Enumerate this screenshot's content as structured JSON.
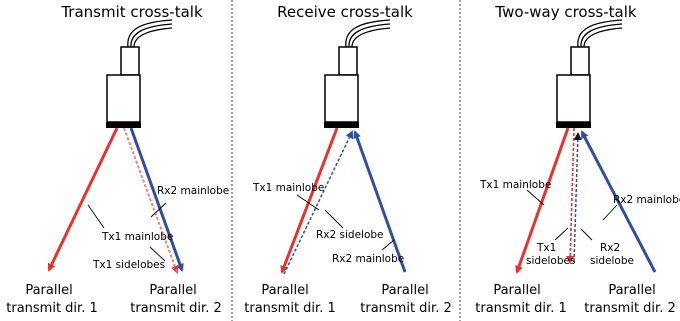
{
  "panels": [
    {
      "title": "Transmit cross-talk",
      "labels": [
        "Tx1 mainlobe",
        "Rx2 mainlobe",
        "Tx1 sidelobes"
      ],
      "footer_left": [
        "Parallel",
        "transmit dir. 1"
      ],
      "footer_right": [
        "Parallel",
        "transmit dir. 2"
      ]
    },
    {
      "title": "Receive cross-talk",
      "labels": [
        "Tx1 mainlobe",
        "Rx2 sidelobe",
        "Rx2 mainlobe"
      ],
      "footer_left": [
        "Parallel",
        "transmit dir. 1"
      ],
      "footer_right": [
        "Parallel",
        "transmit dir. 2"
      ]
    },
    {
      "title": "Two-way cross-talk",
      "labels": [
        "Tx1 mainlobe",
        "Rx2 mainlobe",
        "Tx1",
        "sidelobes",
        "Rx2",
        "sidelobe"
      ],
      "footer_left": [
        "Parallel",
        "transmit dir. 1"
      ],
      "footer_right": [
        "Parallel",
        "transmit dir. 2"
      ]
    }
  ],
  "colors": {
    "tx": "#e8322b",
    "rx": "#2f4fa3",
    "outline": "#000000",
    "divider": "#444444"
  }
}
